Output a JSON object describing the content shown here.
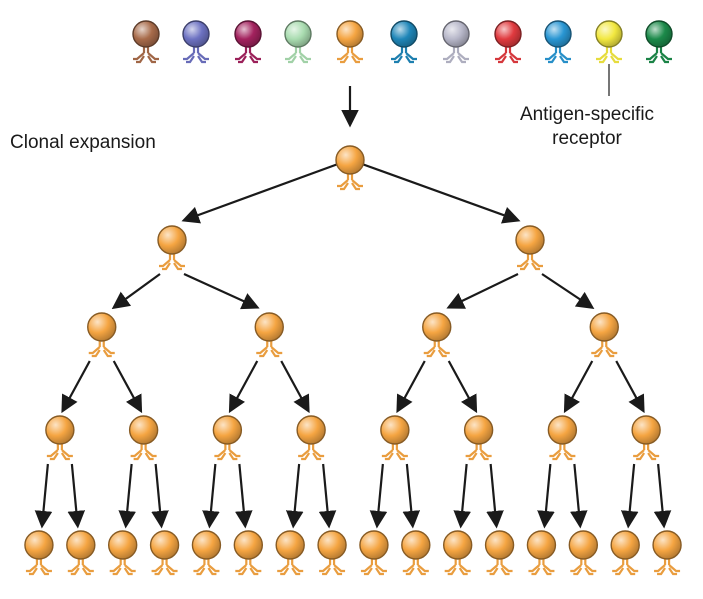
{
  "labels": {
    "clonal_expansion": "Clonal expansion",
    "receptor_line1": "Antigen-specific",
    "receptor_line2": "receptor"
  },
  "colors": {
    "clone": "#f5a542",
    "clone_highlight": "#fde2b6",
    "clone_outline": "#b0661b",
    "arrow": "#1a1a1a"
  },
  "top_row": [
    {
      "color": "#a86b4a",
      "selected": false
    },
    {
      "color": "#6d72c2",
      "selected": false
    },
    {
      "color": "#a3225e",
      "selected": false
    },
    {
      "color": "#a9dcb0",
      "selected": false
    },
    {
      "color": "#f5a542",
      "selected": true
    },
    {
      "color": "#1f86b8",
      "selected": false
    },
    {
      "color": "#b7b7c9",
      "selected": false
    },
    {
      "color": "#e03a3f",
      "selected": false
    },
    {
      "color": "#2996d3",
      "selected": false
    },
    {
      "color": "#f2e840",
      "selected": false
    },
    {
      "color": "#1c8a4a",
      "selected": false
    }
  ],
  "tree_levels": [
    1,
    2,
    4,
    8,
    16
  ]
}
